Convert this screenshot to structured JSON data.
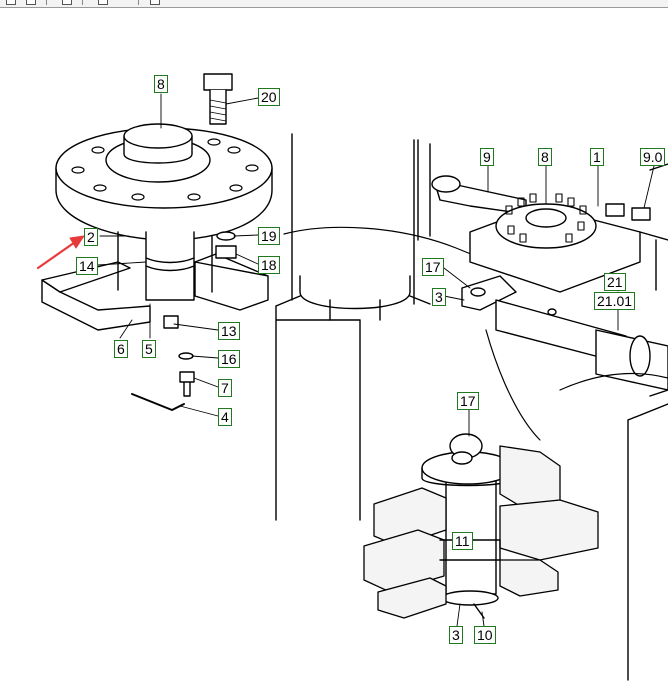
{
  "callouts": {
    "c8_top": "8",
    "c20": "20",
    "c2": "2",
    "c19": "19",
    "c14": "14",
    "c18": "18",
    "c13": "13",
    "c6": "6",
    "c5": "5",
    "c16": "16",
    "c7": "7",
    "c4": "4",
    "c9": "9",
    "c8_right": "8",
    "c1": "1",
    "c9_0": "9.0",
    "c17_top": "17",
    "c3_top": "3",
    "c21": "21",
    "c21_01": "21.01",
    "c17_bottom": "17",
    "c11": "11",
    "c3_bottom": "3",
    "c10": "10"
  },
  "colors": {
    "callout_border": "#1f7a1f",
    "arrow": "#e83a3a",
    "line": "#000000"
  }
}
